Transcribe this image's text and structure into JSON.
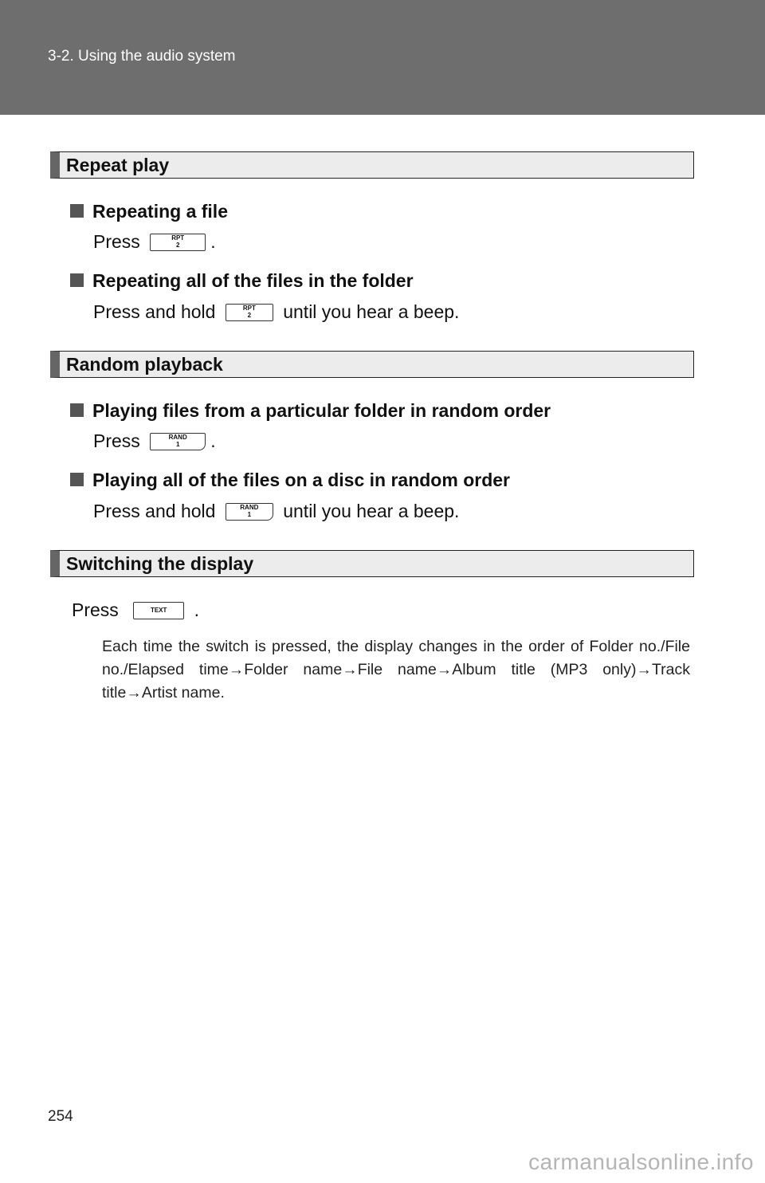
{
  "header": {
    "breadcrumb": "3-2. Using the audio system"
  },
  "sections": [
    {
      "title": "Repeat play",
      "items": [
        {
          "heading": "Repeating a file",
          "press": "Press",
          "after": "."
        },
        {
          "heading": "Repeating all of the files in the folder",
          "press": "Press and hold",
          "after": "until you hear a beep."
        }
      ],
      "button": {
        "top": "RPT",
        "bottom": "2"
      }
    },
    {
      "title": "Random playback",
      "items": [
        {
          "heading": "Playing files from a particular folder in random order",
          "press": "Press",
          "after": "."
        },
        {
          "heading": "Playing all of the files on a disc in random order",
          "press": "Press and hold",
          "after": "until you hear a beep."
        }
      ],
      "button": {
        "top": "RAND",
        "bottom": "1"
      }
    },
    {
      "title": "Switching the display",
      "press": "Press",
      "after": ".",
      "button": {
        "label": "TEXT"
      },
      "note": "Each time the switch is pressed, the display changes in the order of Folder no./File no./Elapsed time→Folder name→File name→Album title (MP3 only)→Track title→Artist name."
    }
  ],
  "page_number": "254",
  "watermark": "carmanualsonline.info"
}
